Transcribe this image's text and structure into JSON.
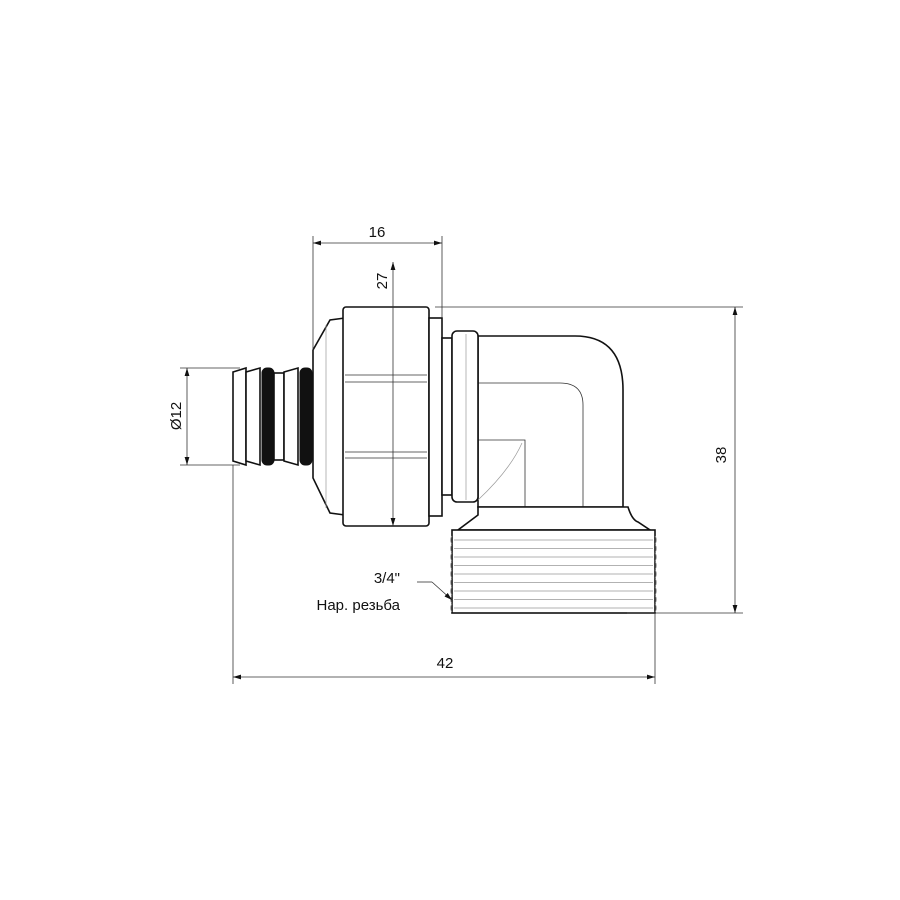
{
  "drawing": {
    "dimensions": {
      "nut_length": "16",
      "nut_size": "27",
      "tube_diameter": "Ø12",
      "height": "38",
      "overall_length": "42"
    },
    "thread_note": {
      "size": "3/4\"",
      "type": "Нар. резьба"
    }
  }
}
